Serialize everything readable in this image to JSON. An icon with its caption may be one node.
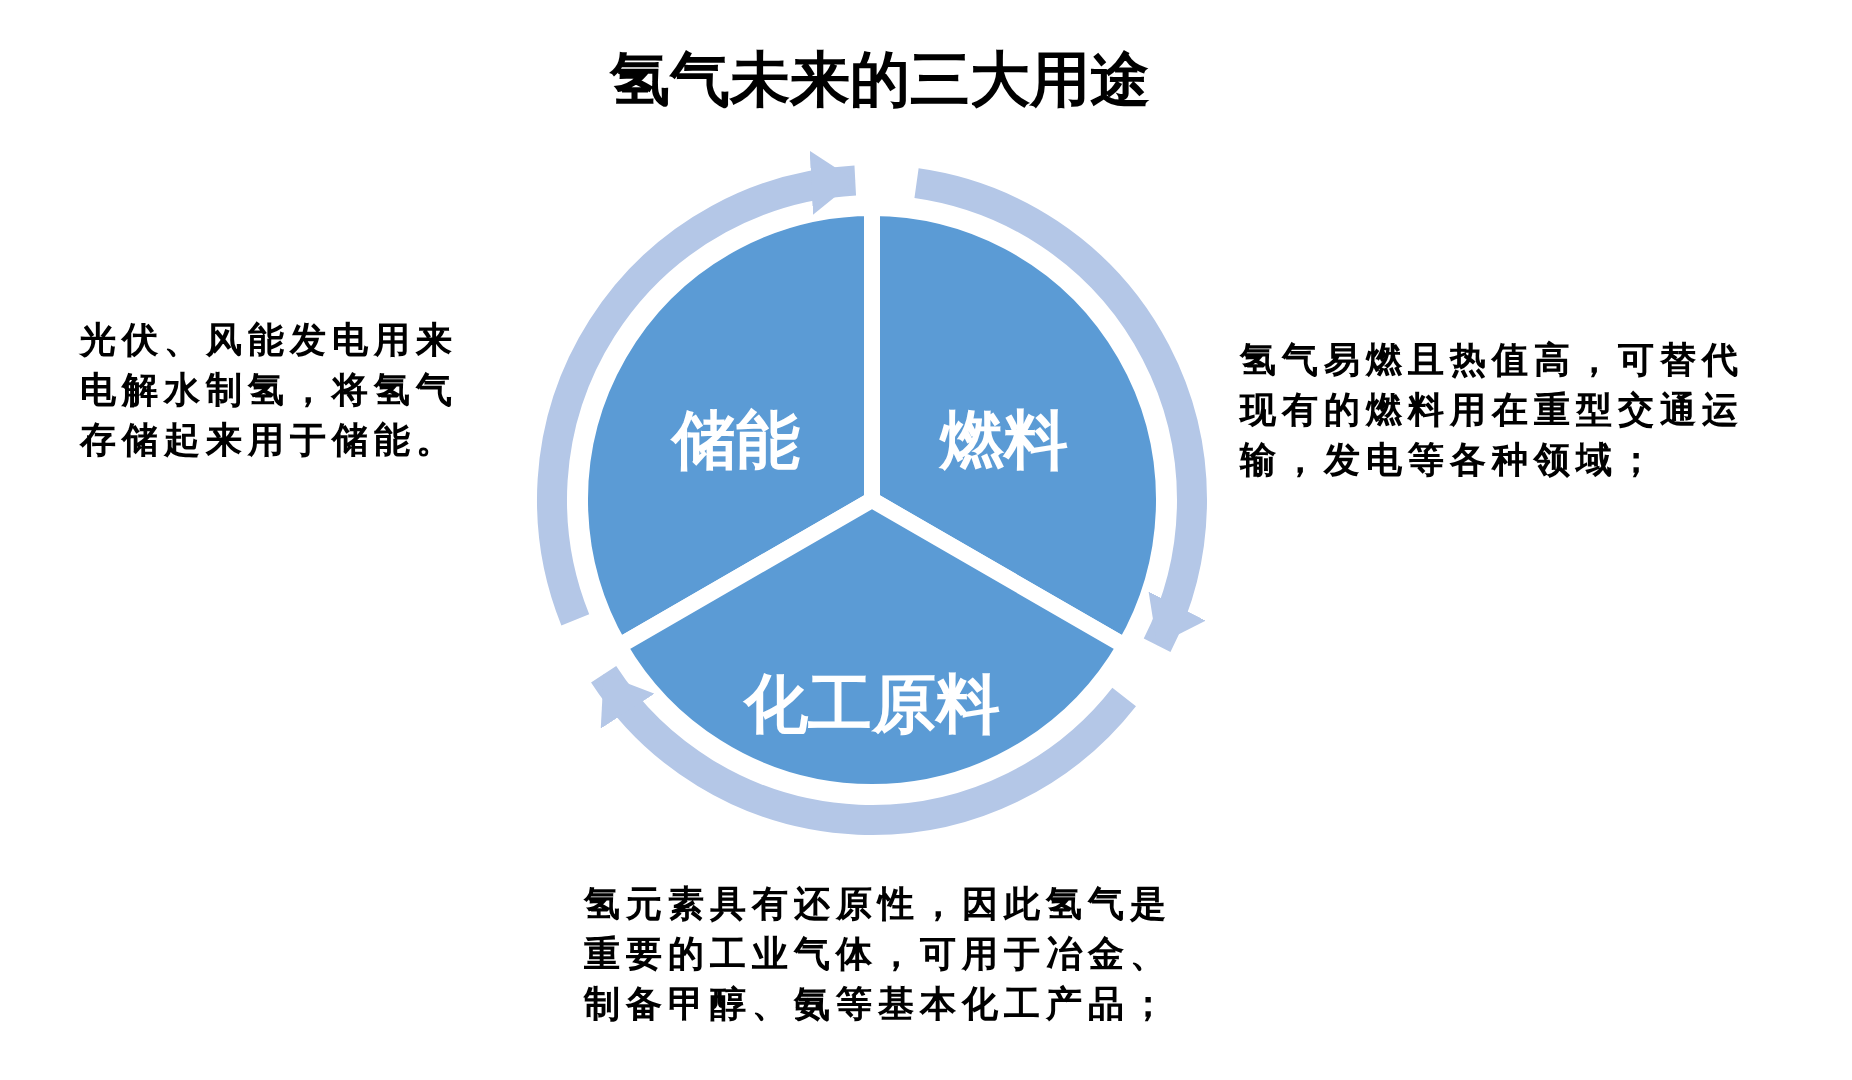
{
  "diagram": {
    "title": "氢气未来的三大用途",
    "nodes": [
      {
        "text": [
          "储能"
        ]
      },
      {
        "text": [
          "燃料"
        ]
      },
      {
        "text": [
          "化工原料"
        ]
      }
    ],
    "labels": [
      "光伏、风能发电用来电解水制氢，将氢气存储起来用于储能。",
      "氢气易燃且热值高，可替代现有的燃料用在重型交通运输，发电等各种领域；",
      "氢元素具有还原性，因此氢气是重要的工业气体，可用于冶金、制备甲醇、氨等基本化工产品；"
    ]
  }
}
